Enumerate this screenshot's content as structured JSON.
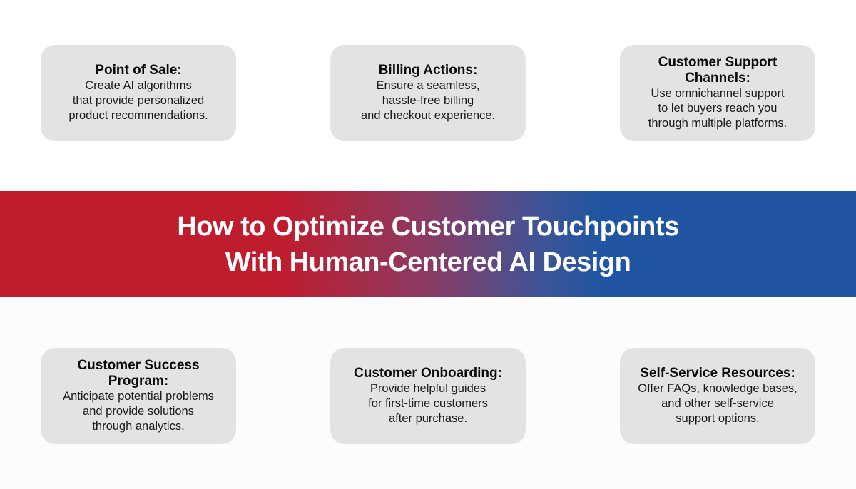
{
  "banner": {
    "title_line1": "How to Optimize Customer Touchpoints",
    "title_line2": "With Human-Centered AI Design",
    "gradient_colors": [
      "#bf1d2e",
      "#8a3b63",
      "#2155a2"
    ]
  },
  "cards": [
    {
      "title": "Point of Sale:",
      "desc": [
        "Create AI algorithms",
        "that provide personalized",
        "product recommendations."
      ]
    },
    {
      "title": "Billing Actions:",
      "desc": [
        "Ensure a seamless,",
        "hassle-free billing",
        "and checkout experience."
      ]
    },
    {
      "title": "Customer Support Channels:",
      "title_lines": [
        "Customer Support",
        "Channels:"
      ],
      "desc": [
        "Use omnichannel support",
        "to let buyers reach you",
        "through multiple platforms."
      ]
    },
    {
      "title": "Customer Success Program:",
      "title_lines": [
        "Customer Success",
        "Program:"
      ],
      "desc": [
        "Anticipate potential problems",
        "and provide solutions",
        "through analytics."
      ]
    },
    {
      "title": "Customer Onboarding:",
      "desc": [
        "Provide helpful guides",
        "for first-time customers",
        "after purchase."
      ]
    },
    {
      "title": "Self-Service Resources:",
      "desc": [
        "Offer FAQs, knowledge bases,",
        "and other self-service",
        "support options."
      ]
    }
  ]
}
